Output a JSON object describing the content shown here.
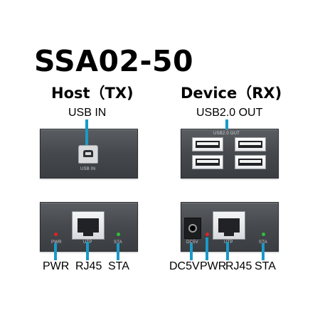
{
  "title": "SSA02-50",
  "host": {
    "heading": "Host（TX)",
    "top_callout": "USB IN",
    "top_silk": "USB IN",
    "bottom_callouts": {
      "pwr": "PWR",
      "rj45": "RJ45",
      "sta": "STA"
    },
    "bottom_silk": {
      "pwr": "PWR",
      "utp": "UTP",
      "sta": "STA"
    }
  },
  "device": {
    "heading": "Device（RX)",
    "top_callout": "USB2.0 OUT",
    "top_silk": "USB2.0 OUT",
    "bottom_callouts": {
      "dc": "DC5V",
      "pwr": "PWR",
      "rj45": "RJ45",
      "sta": "STA"
    },
    "bottom_silk": {
      "dc": "DC5V",
      "utp": "UTP",
      "sta": "STA"
    }
  },
  "colors": {
    "callout_line": "#1a9ac8",
    "led_power": "#e02424",
    "led_status": "#2fbf3a",
    "panel": "#45484c"
  }
}
